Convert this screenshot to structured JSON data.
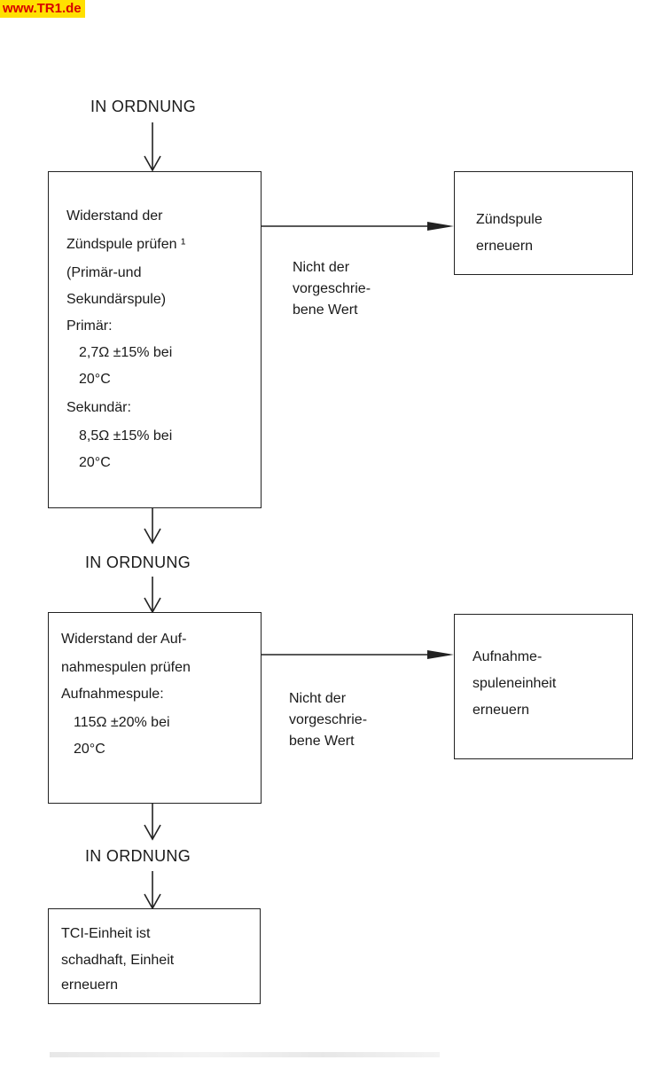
{
  "watermark": "www.TR1.de",
  "labels": {
    "ok1": "IN ORDNUNG",
    "ok2": "IN ORDNUNG",
    "ok3": "IN ORDNUNG"
  },
  "box1": {
    "lines": [
      "Widerstand der",
      "Zündspule prüfen ¹",
      "(Primär-und",
      "Sekundärspule)",
      "Primär:",
      "2,7Ω ±15% bei",
      "20°C",
      "Sekundär:",
      "8,5Ω ±15% bei",
      "20°C"
    ]
  },
  "box2": {
    "lines": [
      "Zündspule",
      "erneuern"
    ]
  },
  "box3": {
    "lines": [
      "Widerstand der Auf-",
      "nahmespulen prüfen",
      "Aufnahmespule:",
      "115Ω ±20% bei",
      "20°C"
    ]
  },
  "box4": {
    "lines": [
      "Aufnahme-",
      "spuleneinheit",
      "erneuern"
    ]
  },
  "box5": {
    "lines": [
      "TCI-Einheit ist",
      "schadhaft, Einheit",
      "erneuern"
    ]
  },
  "note1": [
    "Nicht der",
    "vorgeschrie-",
    "bene Wert"
  ],
  "note2": [
    "Nicht der",
    "vorgeschrie-",
    "bene Wert"
  ]
}
